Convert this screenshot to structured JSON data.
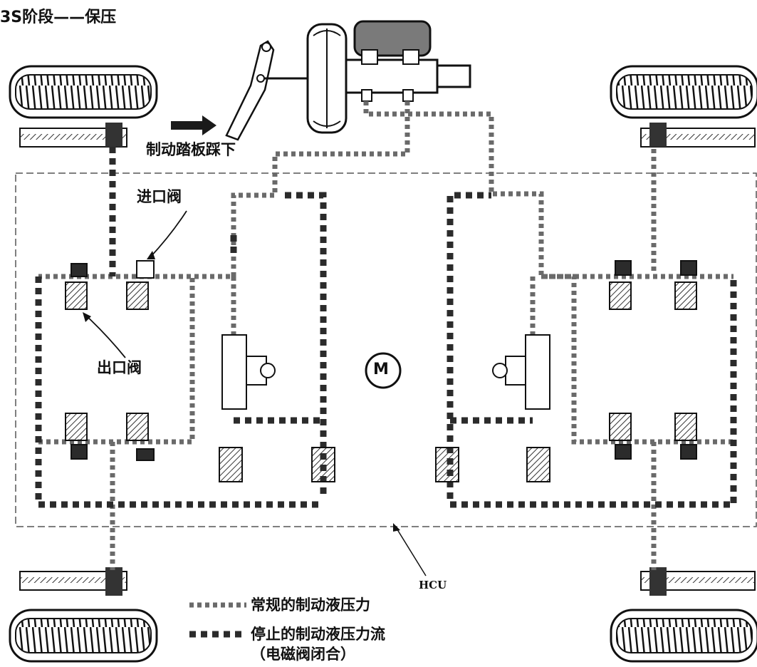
{
  "header": {
    "stage_title": "3S阶段——保压"
  },
  "labels": {
    "pedal_pressed": "制动踏板踩下",
    "inlet_valve": "进口阀",
    "outlet_valve": "出口阀",
    "hcu": "HCU",
    "motor": "M"
  },
  "legend": {
    "normal_pressure": "常规的制动液压力",
    "stopped_flow": "停止的制动液压力流",
    "stopped_flow_note": "（电磁阀闭合）"
  },
  "colors": {
    "ink": "#1a1a1a",
    "flow_arrow": "#6a6a6a",
    "stopped_block": "#2b2b2b",
    "reservoir": "#7a7a7a"
  }
}
